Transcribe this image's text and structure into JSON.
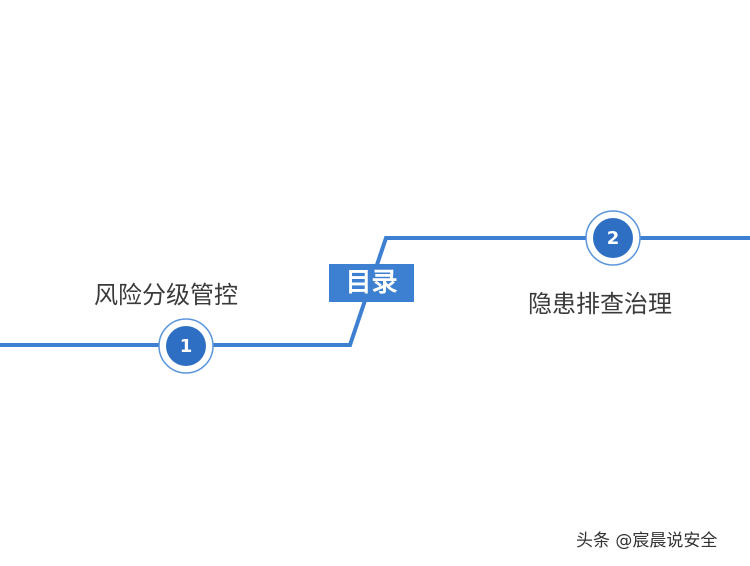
{
  "title": "目录",
  "items": [
    {
      "number": "1",
      "label": "风险分级管控"
    },
    {
      "number": "2",
      "label": "隐患排查治理"
    }
  ],
  "watermark": "头条 @宸晨说安全",
  "colors": {
    "line": "#3d7fd1",
    "node_fill": "#2e6fc4",
    "node_ring": "#5b95dc",
    "title_bg": "#3d7fd1",
    "label_text": "#3a3a3a"
  }
}
